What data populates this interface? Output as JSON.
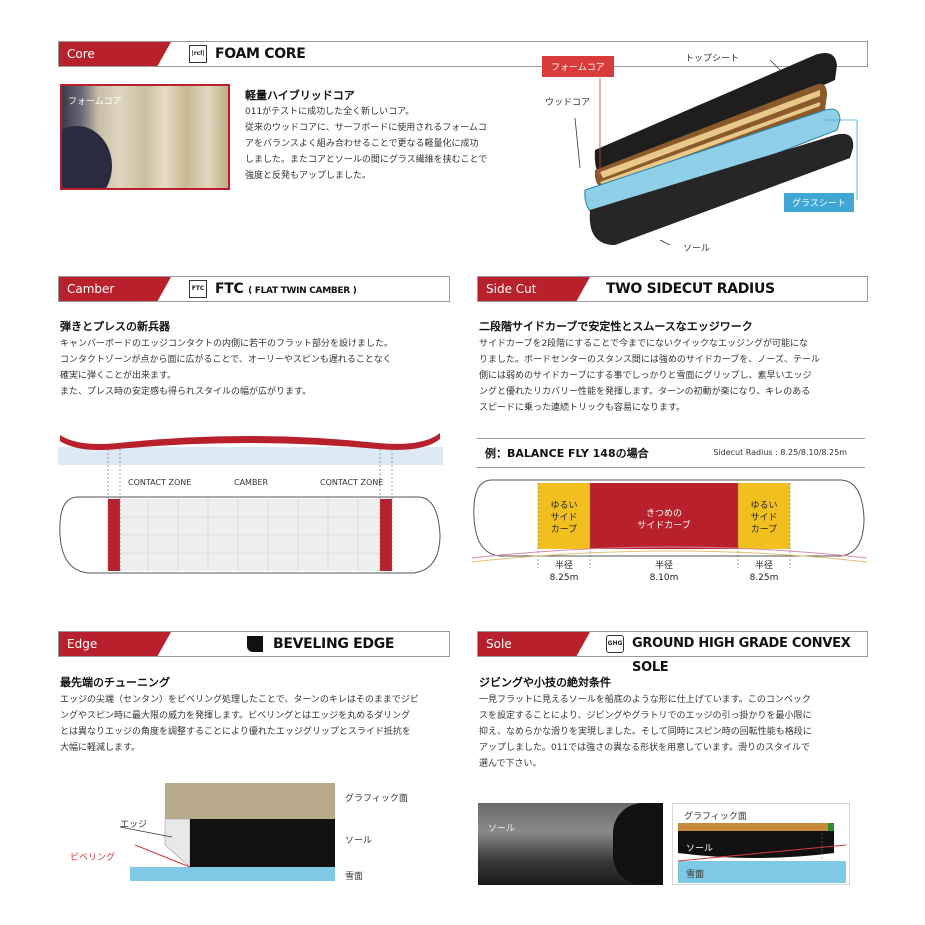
{
  "core": {
    "tag": "Core",
    "icon": "|rcl|",
    "title": "FOAM CORE",
    "photo_label": "フォームコア",
    "heading": "軽量ハイブリッドコア",
    "text": [
      "011がテストに成功した全く新しいコア。",
      "従来のウッドコアに、サーフボードに使用されるフォームコ",
      "アをバランスよく組み合わせることで更なる軽量化に成功",
      "しました。またコアとソールの間にグラス繊維を挟むことで",
      "強度と反発もアップしました。"
    ],
    "labels": {
      "foam": "フォームコア",
      "top": "トップシート",
      "wood": "ウッドコア",
      "glass": "グラスシート",
      "sole": "ソール"
    }
  },
  "camber": {
    "tag": "Camber",
    "icon": "FTC",
    "title": "FTC",
    "subtitle": "( FLAT TWIN CAMBER )",
    "heading": "弾きとプレスの新兵器",
    "text": [
      "キャンバーボードのエッジコンタクトの内側に若干のフラット部分を設けました。",
      "コンタクトゾーンが点から面に広がることで、オーリーやスピンも遅れることなく",
      "確実に弾くことが出来ます。",
      "また、プレス時の安定感も得られスタイルの幅が広がります。"
    ],
    "zone_left": "CONTACT ZONE",
    "zone_mid": "CAMBER",
    "zone_right": "CONTACT ZONE"
  },
  "sidecut": {
    "tag": "Side Cut",
    "title": "TWO SIDECUT RADIUS",
    "heading": "二段階サイドカーブで安定性とスムースなエッジワーク",
    "text": [
      "サイドカーブを2段階にすることで今までにないクイックなエッジングが可能にな",
      "りました。ボードセンターのスタンス間には強めのサイドカーブを、ノーズ、テール",
      "側には弱めのサイドカーブにする事でしっかりと雪面にグリップし、素早いエッジ",
      "ングと優れたリカバリー性能を発揮します。ターンの初動が楽になり、キレのある",
      "スピードに乗った連続トリックも容易になります。"
    ],
    "example": "例：BALANCE FLY 148の場合",
    "radius_note": "Sidecut Radius : 8.25/8.10/8.25m",
    "loose": [
      "ゆるい",
      "サイド",
      "カーブ"
    ],
    "tight": [
      "きつめの",
      "サイドカーブ"
    ],
    "radius_label": "半径",
    "r1": "8.25m",
    "r2": "8.10m",
    "r3": "8.25m"
  },
  "edge": {
    "tag": "Edge",
    "title": "BEVELING EDGE",
    "heading": "最先端のチューニング",
    "text": [
      "エッジの尖端（センタン）をビベリング処理したことで、ターンのキレはそのままでジビ",
      "ングやスピン時に最大限の威力を発揮します。ビベリングとはエッジを丸めるダリング",
      "とは異なりエッジの角度を調整することにより優れたエッジグリップとスライド抵抗を",
      "大幅に軽減します。"
    ],
    "labels": {
      "graphic": "グラフィック面",
      "edge": "エッジ",
      "sole": "ソール",
      "bevel": "ビベリング",
      "snow": "雪面"
    }
  },
  "sole": {
    "tag": "Sole",
    "icon": "GHG",
    "title": "GROUND HIGH GRADE CONVEX SOLE",
    "heading": "ジビングや小技の絶対条件",
    "text": [
      "一見フラットに見えるソールを船底のような形に仕上げています。このコンベック",
      "スを設定することにより、ジビングやグラトリでのエッジの引っ掛かりを最小限に",
      "抑え、なめらかな滑りを実現しました。そして同時にスピン時の回転性能も格段に",
      "アップしました。011では強さの異なる形状を用意しています。滑りのスタイルで",
      "選んで下さい。"
    ],
    "photo_label": "ソール",
    "labels": {
      "graphic": "グラフィック面",
      "sole": "ソール",
      "snow": "雪面"
    }
  },
  "colors": {
    "accent": "#b8202c",
    "blue": "#3ea7d6",
    "yellow": "#f2c01e"
  }
}
